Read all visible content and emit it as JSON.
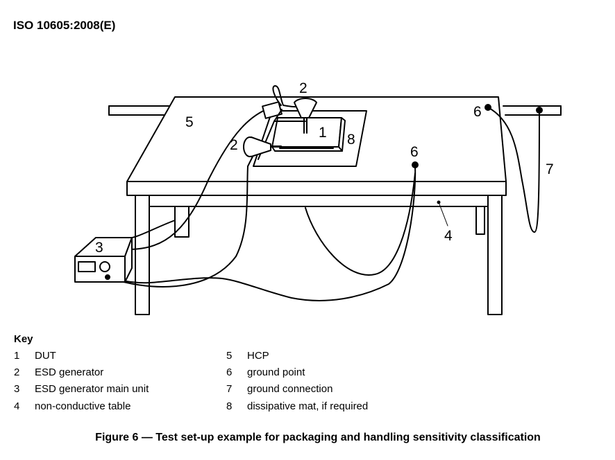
{
  "header": {
    "standard": "ISO 10605:2008(E)"
  },
  "figure": {
    "callouts": [
      {
        "id": "c-1",
        "text": "1"
      },
      {
        "id": "c-2a",
        "text": "2"
      },
      {
        "id": "c-2b",
        "text": "2"
      },
      {
        "id": "c-3",
        "text": "3"
      },
      {
        "id": "c-4",
        "text": "4"
      },
      {
        "id": "c-5",
        "text": "5"
      },
      {
        "id": "c-6a",
        "text": "6"
      },
      {
        "id": "c-6b",
        "text": "6"
      },
      {
        "id": "c-7",
        "text": "7"
      },
      {
        "id": "c-8",
        "text": "8"
      }
    ]
  },
  "key": {
    "title": "Key",
    "items": [
      {
        "num": "1",
        "label": "DUT"
      },
      {
        "num": "2",
        "label": "ESD generator"
      },
      {
        "num": "3",
        "label": "ESD generator main unit"
      },
      {
        "num": "4",
        "label": "non-conductive table"
      },
      {
        "num": "5",
        "label": "HCP"
      },
      {
        "num": "6",
        "label": "ground point"
      },
      {
        "num": "7",
        "label": "ground connection"
      },
      {
        "num": "8",
        "label": "dissipative mat, if required"
      }
    ]
  },
  "caption": "Figure 6 — Test set-up example for packaging and handling sensitivity classification"
}
